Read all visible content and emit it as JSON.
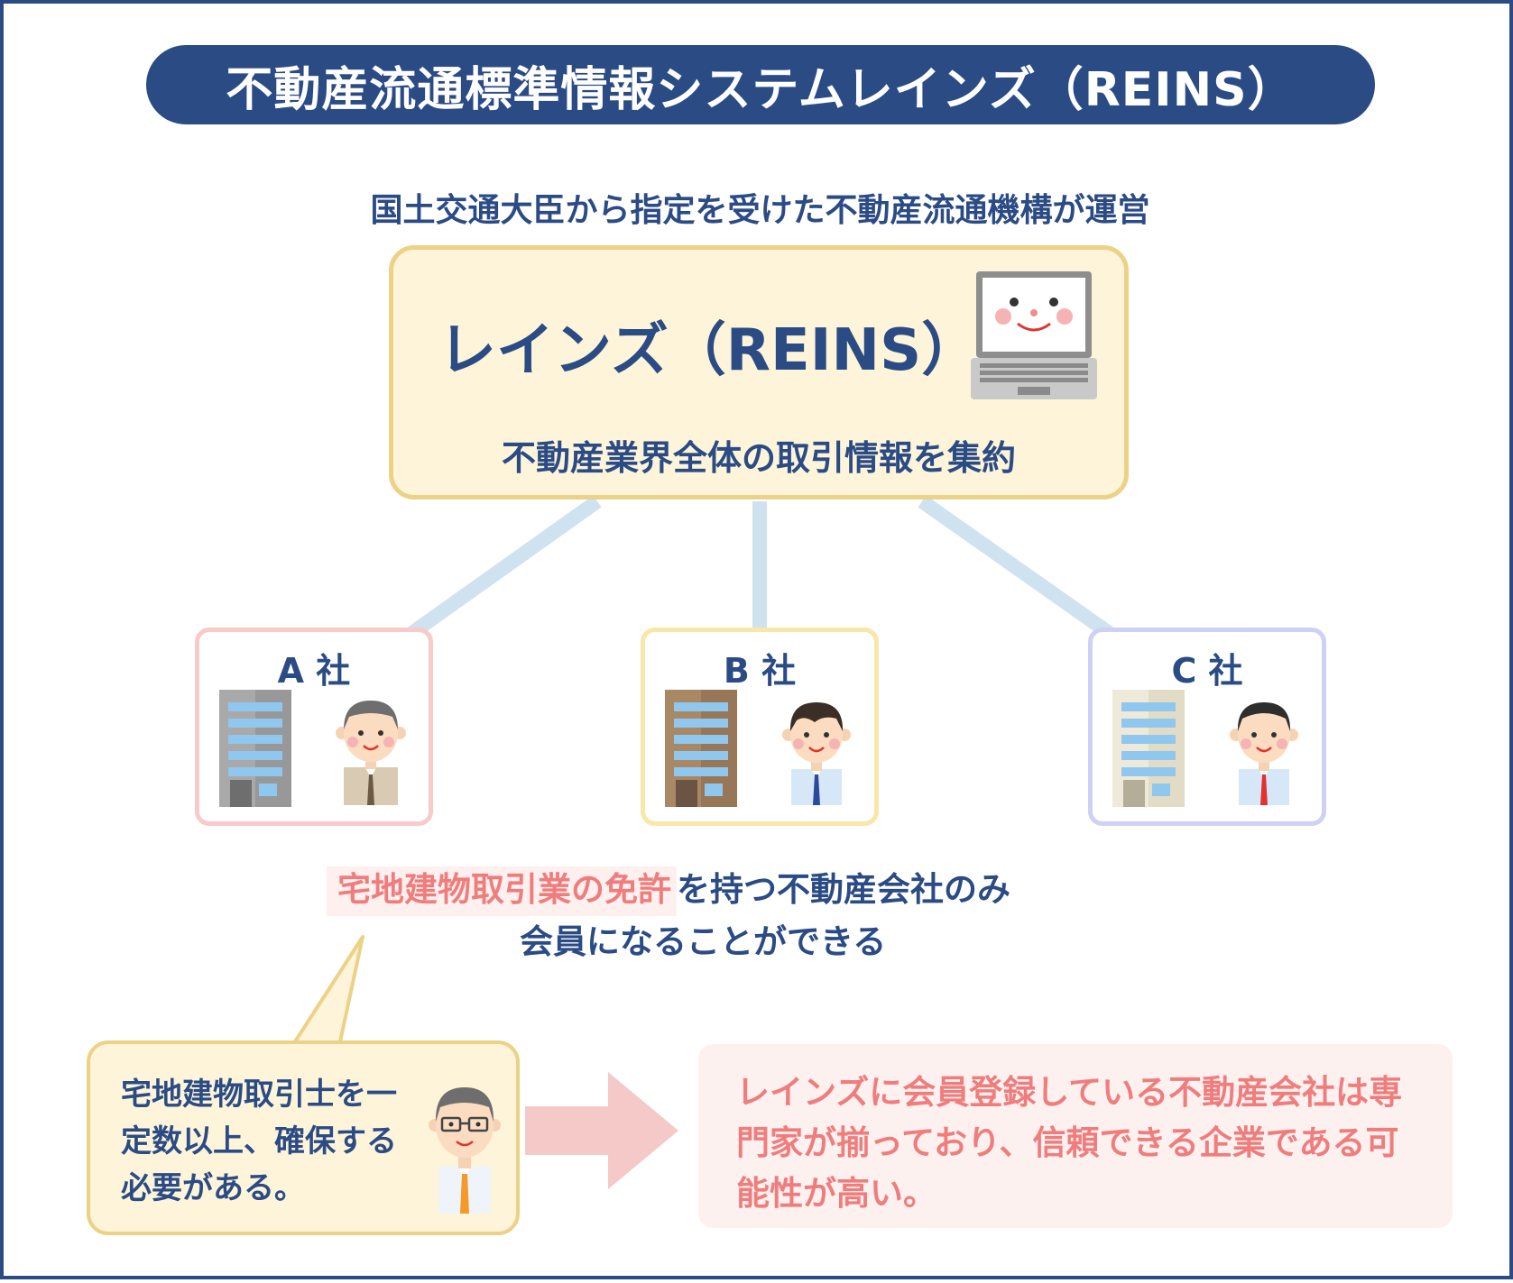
{
  "title": "不動産流通標準情報システムレインズ（REINS）",
  "subtitle": "国土交通大臣から指定を受けた不動産流通機構が運営",
  "reins": {
    "name": "レインズ（REINS）",
    "description": "不動産業界全体の取引情報を集約"
  },
  "companies": [
    {
      "name": "A 社",
      "building_color": "#a9a9a9",
      "tie_color": "#6b5a45"
    },
    {
      "name": "B 社",
      "building_color": "#a98866",
      "tie_color": "#2b4b9a"
    },
    {
      "name": "C 社",
      "building_color": "#e9e3cf",
      "tie_color": "#e0332f"
    }
  ],
  "membership": {
    "highlight": "宅地建物取引業の免許",
    "rest": "を持つ不動産会社のみ",
    "line2": "会員になることができる"
  },
  "bubble": {
    "text": "宅地建物取引士を一定数以上、確保する必要がある。"
  },
  "result": {
    "text": "レインズに会員登録している不動産会社は専門家が揃っており、信頼できる企業である可能性が高い。"
  },
  "colors": {
    "navy": "#2b4b84",
    "accent_pink": "#f07d7d",
    "box_yellow": "#fdf4d9",
    "connector_blue": "#cfe2ef"
  }
}
